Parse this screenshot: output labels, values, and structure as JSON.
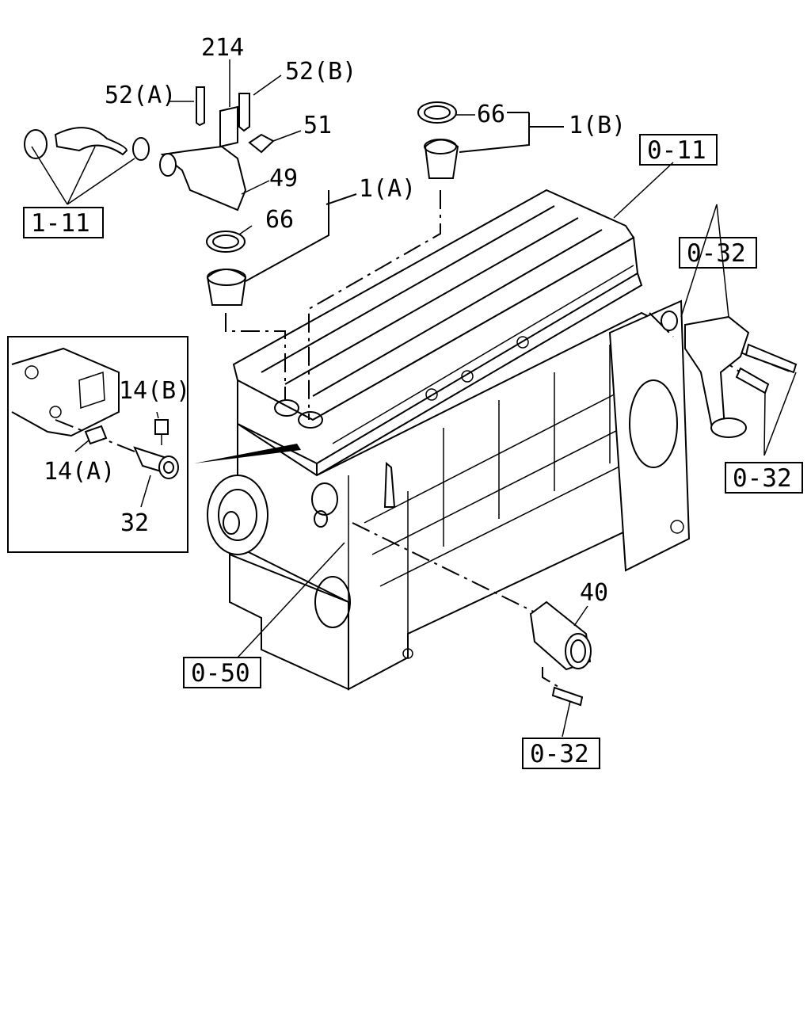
{
  "labels": {
    "p214": "214",
    "p52b": "52(B)",
    "p52a": "52(A)",
    "p51": "51",
    "p49": "49",
    "p66_upper": "66",
    "p1b": "1(B)",
    "p1a": "1(A)",
    "p66_lower": "66",
    "p14b": "14(B)",
    "p14a": "14(A)",
    "p32": "32",
    "p40": "40"
  },
  "refs": {
    "r1_11": "1-11",
    "r0_11": "0-11",
    "r0_32_top": "0-32",
    "r0_32_right": "0-32",
    "r0_50": "0-50",
    "r0_32_bottom": "0-32"
  }
}
